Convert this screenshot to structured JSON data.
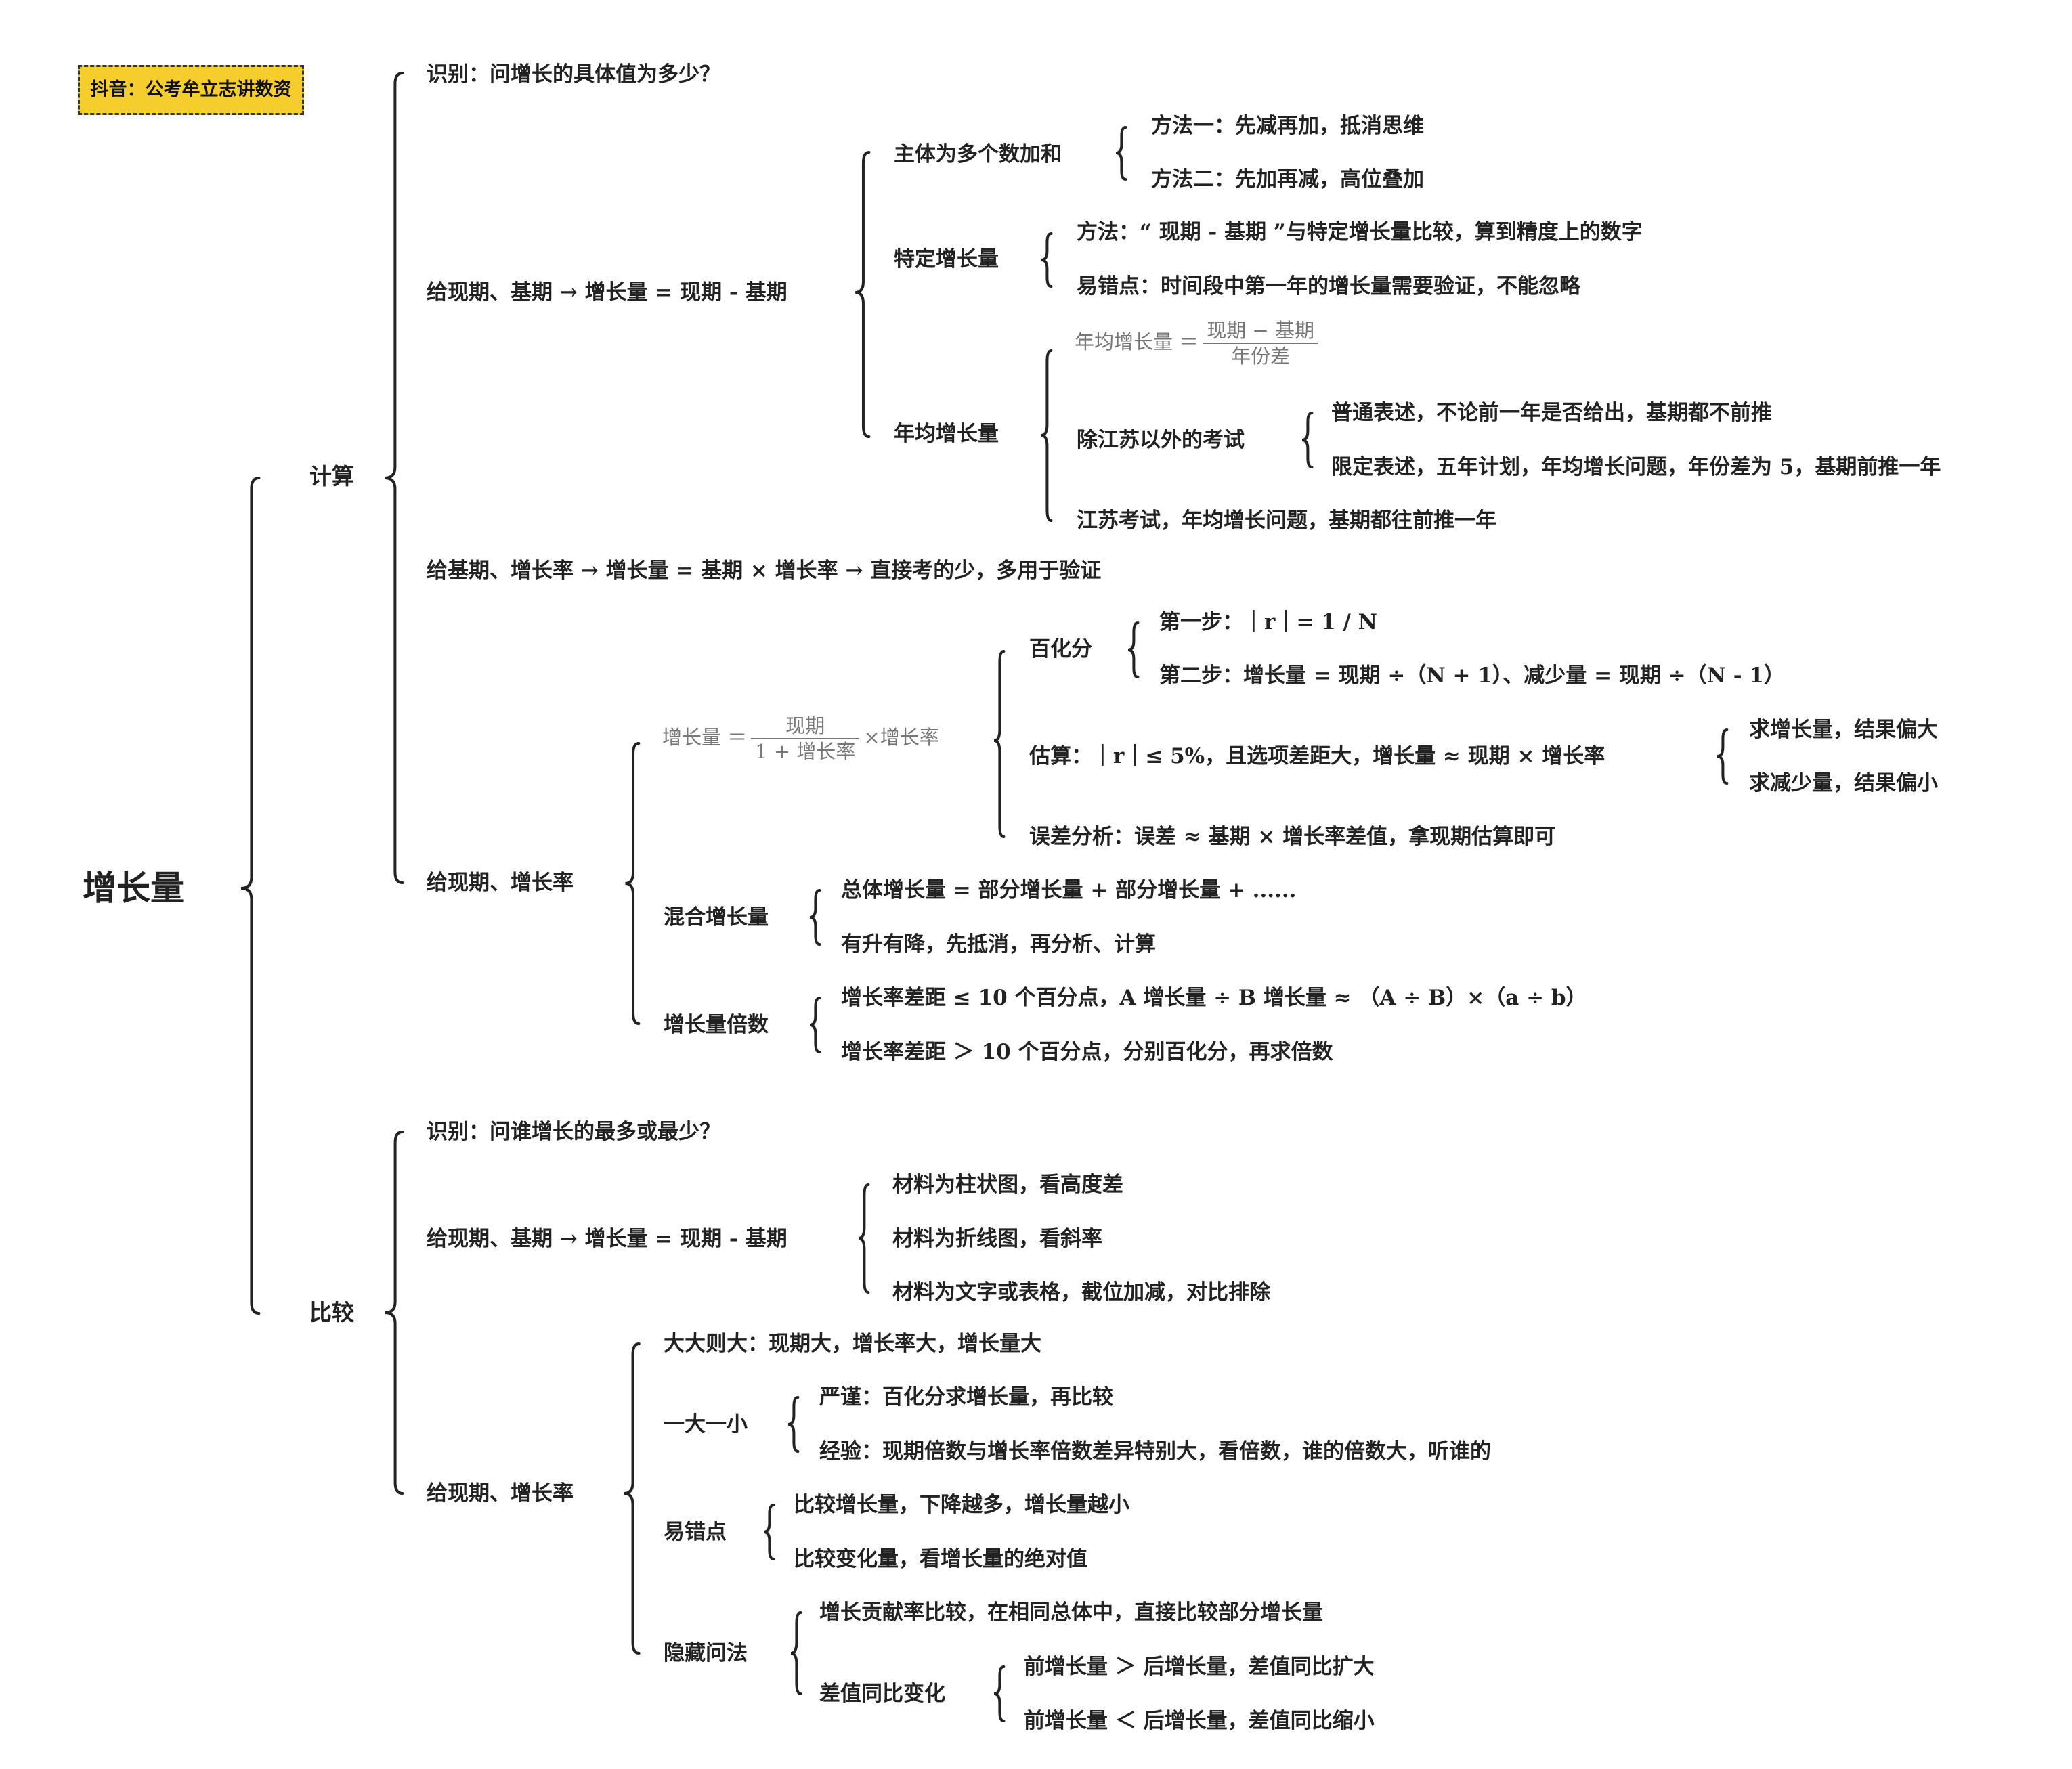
{
  "tag": "抖音：公考牟立志讲数资",
  "root": "增长量",
  "calc": {
    "label": "计算",
    "identify": "识别：问增长的具体值为多少？",
    "given_cur_base": {
      "label": "给现期、基期 → 增长量 = 现期 - 基期",
      "multi_sum": {
        "label": "主体为多个数加和",
        "items": [
          "方法一：先减再加，抵消思维",
          "方法二：先加再减，高位叠加"
        ]
      },
      "specific": {
        "label": "特定增长量",
        "items": [
          "方法：“ 现期 - 基期 ”与特定增长量比较，算到精度上的数字",
          "易错点：时间段中第一年的增长量需要验证，不能忽略"
        ]
      },
      "annual": {
        "label": "年均增长量",
        "formula": {
          "lhs": "年均增长量 ＝",
          "num": "现期 − 基期",
          "den": "年份差"
        },
        "non_jiangsu": {
          "label": "除江苏以外的考试",
          "items": [
            "普通表述，不论前一年是否给出，基期都不前推",
            "限定表述，五年计划，年均增长问题，年份差为 5，基期前推一年"
          ]
        },
        "jiangsu": "江苏考试，年均增长问题，基期都往前推一年"
      }
    },
    "given_base_rate": "给基期、增长率 → 增长量 = 基期 × 增长率 → 直接考的少，多用于验证",
    "given_cur_rate": {
      "label": "给现期、增长率",
      "formula": {
        "lhs": "增长量 ＝",
        "num": "现期",
        "den": "1 + 增长率",
        "rhs": "×增长率"
      },
      "percent": {
        "label": "百化分",
        "items": [
          "第一步：｜r｜= 1 / N",
          "第二步：增长量 = 现期 ÷（N + 1）、减少量 = 现期 ÷（N - 1）"
        ]
      },
      "estimate": {
        "label": "估算：｜r｜≤ 5%，且选项差距大，增长量 ≈ 现期 × 增长率",
        "items": [
          "求增长量，结果偏大",
          "求减少量，结果偏小"
        ]
      },
      "error": "误差分析：误差 ≈ 基期 × 增长率差值，拿现期估算即可",
      "mixed": {
        "label": "混合增长量",
        "items": [
          "总体增长量 = 部分增长量 + 部分增长量 + ......",
          "有升有降，先抵消，再分析、计算"
        ]
      },
      "multiple": {
        "label": "增长量倍数",
        "items": [
          "增长率差距 ≤ 10 个百分点，A 增长量 ÷ B 增长量 ≈ （A ÷ B）×（a ÷ b）",
          "增长率差距 ＞ 10 个百分点，分别百化分，再求倍数"
        ]
      }
    }
  },
  "compare": {
    "label": "比较",
    "identify": "识别：问谁增长的最多或最少？",
    "given_cur_base": {
      "label": "给现期、基期 → 增长量 = 现期 - 基期",
      "items": [
        "材料为柱状图，看高度差",
        "材料为折线图，看斜率",
        "材料为文字或表格，截位加减，对比排除"
      ]
    },
    "given_cur_rate": {
      "label": "给现期、增长率",
      "big_big": "大大则大：现期大，增长率大，增长量大",
      "one_big_one_small": {
        "label": "一大一小",
        "items": [
          "严谨：百化分求增长量，再比较",
          "经验：现期倍数与增长率倍数差异特别大，看倍数，谁的倍数大，听谁的"
        ]
      },
      "pitfalls": {
        "label": "易错点",
        "items": [
          "比较增长量，下降越多，增长量越小",
          "比较变化量，看增长量的绝对值"
        ]
      },
      "hidden": {
        "label": "隐藏问法",
        "contribution": "增长贡献率比较，在相同总体中，直接比较部分增长量",
        "diff_change": {
          "label": "差值同比变化",
          "items": [
            "前增长量 ＞ 后增长量，差值同比扩大",
            "前增长量 ＜ 后增长量，差值同比缩小"
          ]
        }
      }
    }
  }
}
